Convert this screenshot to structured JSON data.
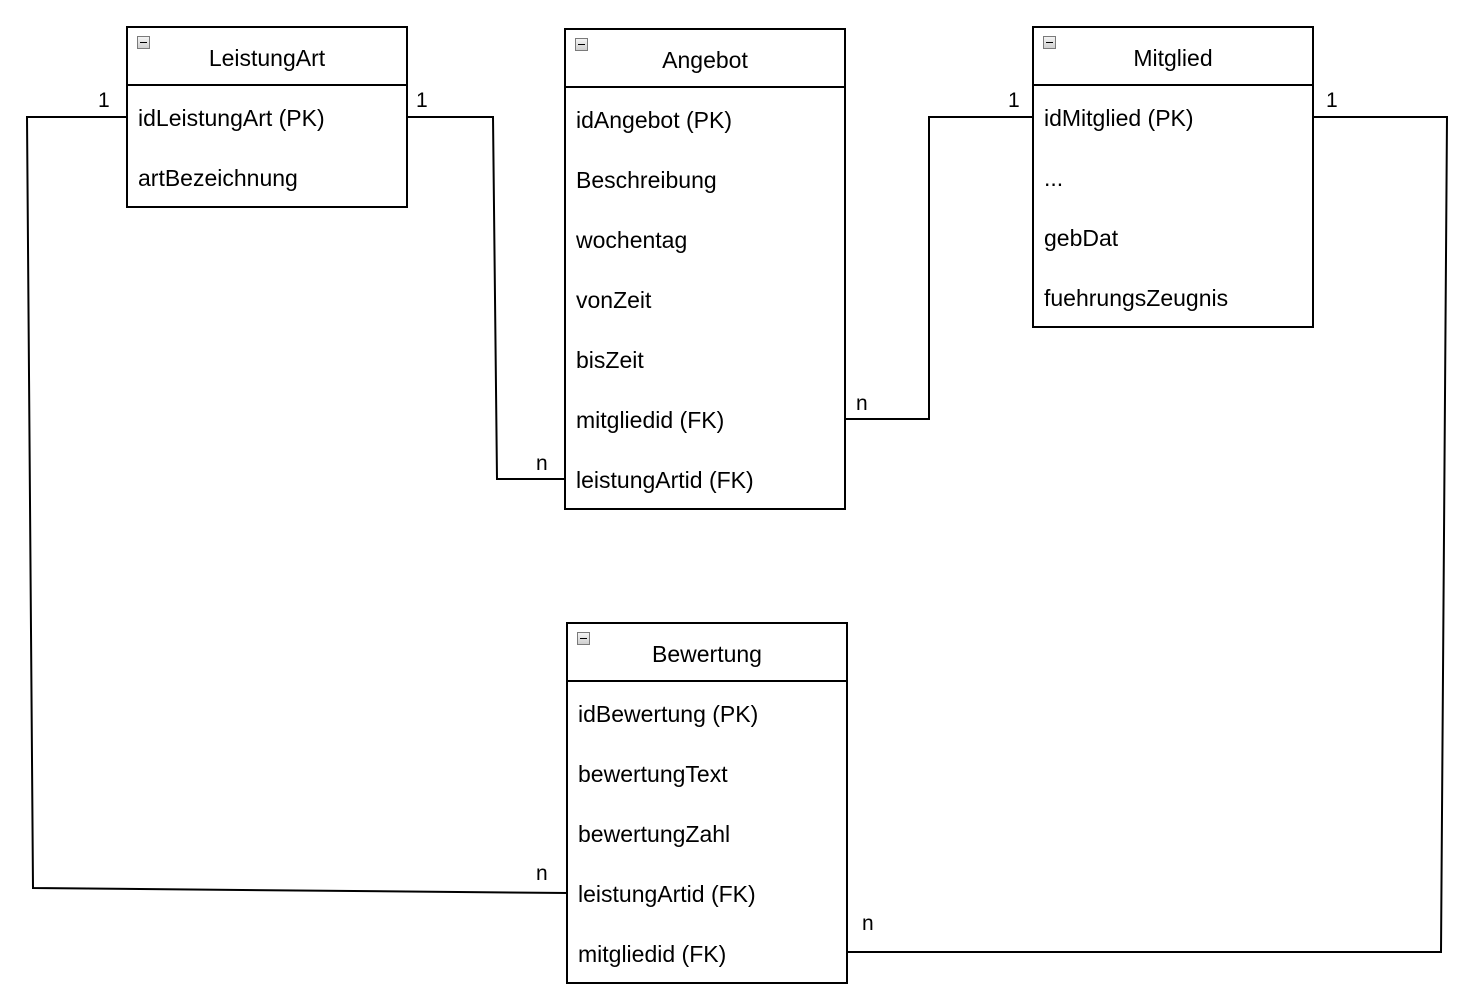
{
  "entities": {
    "leistungart": {
      "title": "LeistungArt",
      "attributes": [
        "idLeistungArt (PK)",
        "artBezeichnung"
      ]
    },
    "angebot": {
      "title": "Angebot",
      "attributes": [
        "idAngebot (PK)",
        "Beschreibung",
        "wochentag",
        "vonZeit",
        "bisZeit",
        "mitgliedid (FK)",
        "leistungArtid (FK)"
      ]
    },
    "mitglied": {
      "title": "Mitglied",
      "attributes": [
        "idMitglied (PK)",
        "...",
        "gebDat",
        "fuehrungsZeugnis"
      ]
    },
    "bewertung": {
      "title": "Bewertung",
      "attributes": [
        "idBewertung (PK)",
        "bewertungText",
        "bewertungZahl",
        "leistungArtid (FK)",
        "mitgliedid (FK)"
      ]
    }
  },
  "relationships": [
    {
      "from": "LeistungArt",
      "to": "Angebot",
      "from_cardinality": "1",
      "to_cardinality": "n"
    },
    {
      "from": "Mitglied",
      "to": "Angebot",
      "from_cardinality": "1",
      "to_cardinality": "n"
    },
    {
      "from": "LeistungArt",
      "to": "Bewertung",
      "from_cardinality": "1",
      "to_cardinality": "n"
    },
    {
      "from": "Mitglied",
      "to": "Bewertung",
      "from_cardinality": "1",
      "to_cardinality": "n"
    }
  ]
}
